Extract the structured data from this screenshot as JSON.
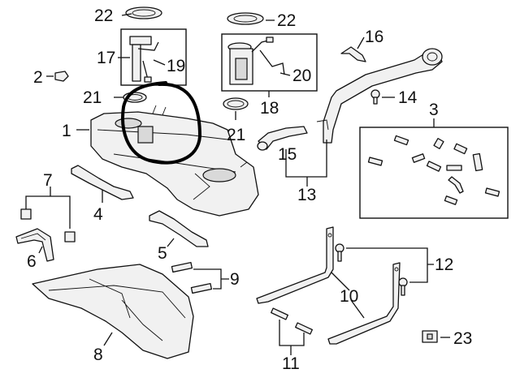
{
  "callouts": {
    "c1": "1",
    "c2": "2",
    "c3": "3",
    "c4": "4",
    "c5": "5",
    "c6": "6",
    "c7": "7",
    "c8": "8",
    "c9": "9",
    "c10": "10",
    "c11": "11",
    "c12": "12",
    "c13": "13",
    "c14": "14",
    "c15": "15",
    "c16": "16",
    "c17": "17",
    "c18": "18",
    "c19": "19",
    "c20": "20",
    "c21a": "21",
    "c21b": "21",
    "c22a": "22",
    "c22b": "22",
    "c23": "23"
  },
  "colors": {
    "line": "#111111",
    "part_fill": "#f1f1f1",
    "annotation": "#000000"
  },
  "annotation": {
    "type": "hand-drawn circle",
    "around": "fuel tank top / pump module opening"
  }
}
